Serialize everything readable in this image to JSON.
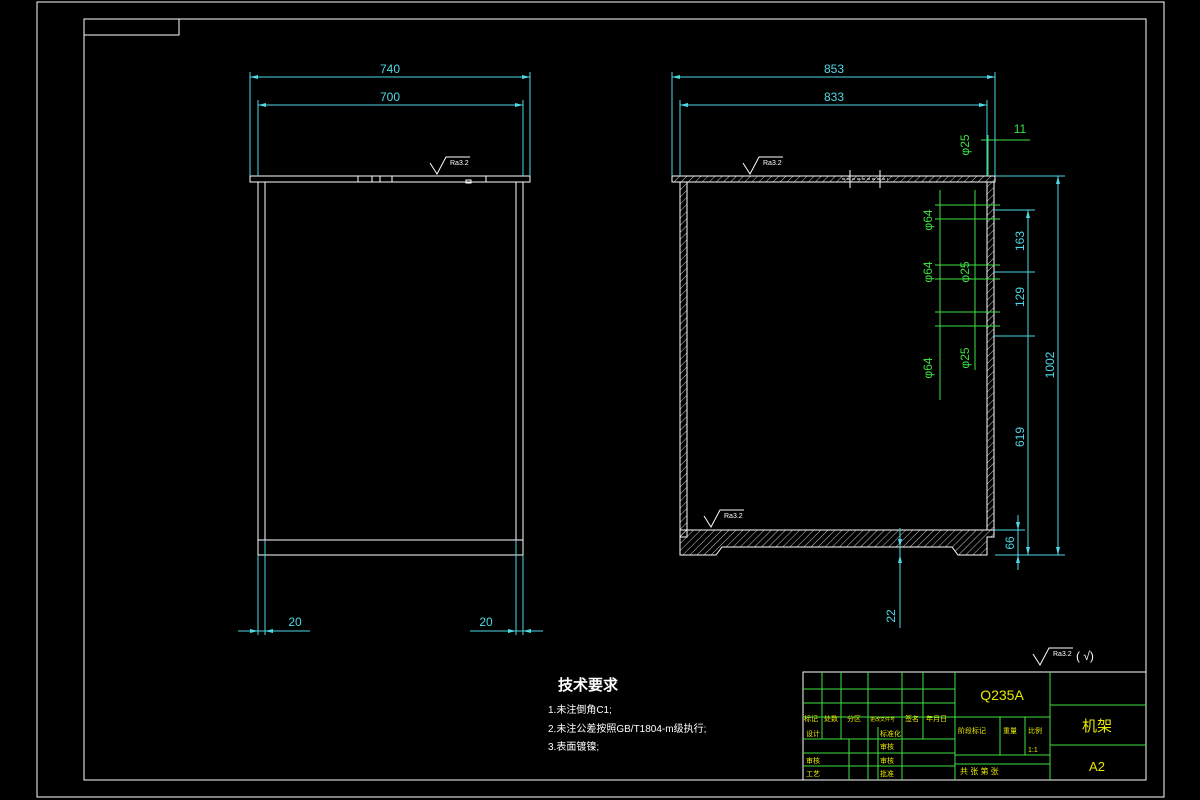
{
  "drawing": {
    "front_view": {
      "top_outer": "740",
      "top_inner": "700",
      "left_offset": "20",
      "right_offset": "20",
      "roughness": "Ra3.2"
    },
    "side_view": {
      "top_outer": "853",
      "top_inner": "833",
      "wall": "11",
      "height_total": "1002",
      "gap_163": "163",
      "gap_129": "129",
      "gap_619": "619",
      "base_66": "66",
      "base_22": "22",
      "dia_64_a": "φ64",
      "dia_64_b": "φ64",
      "dia_64_c": "φ64",
      "dia_25_a": "φ25",
      "dia_25_b": "φ25",
      "dia_25_c": "φ25",
      "roughness_top": "Ra3.2",
      "roughness_bottom": "Ra3.2"
    },
    "general_roughness": "Ra3.2",
    "general_roughness_note": "( √)"
  },
  "tech_requirements": {
    "title": "技术要求",
    "items": [
      "1.未注倒角C1;",
      "2.未注公差按照GB/T1804-m级执行;",
      "3.表面镀镍;"
    ]
  },
  "title_block": {
    "material": "Q235A",
    "part_name": "机架",
    "sheet_size": "A2",
    "scale_value": "1:1",
    "labels": {
      "mark": "标记",
      "count": "处数",
      "zone": "分区",
      "change_doc": "更改文件号",
      "signature": "签名",
      "date": "年月日",
      "design": "设计",
      "standardize": "标准化",
      "stage_mark": "阶段标记",
      "weight": "重量",
      "scale": "比例",
      "review": "审核",
      "process": "工艺",
      "approve": "批准",
      "sheets": "共 张 第 张"
    }
  },
  "colors": {
    "border": "#ffffff",
    "geometry": "#ffffff",
    "dimension": "#4fd9e6",
    "dimension_green": "#3ee040",
    "title_block_lines": "#3ee040",
    "title_block_text": "#e8e800",
    "background": "#000000"
  }
}
